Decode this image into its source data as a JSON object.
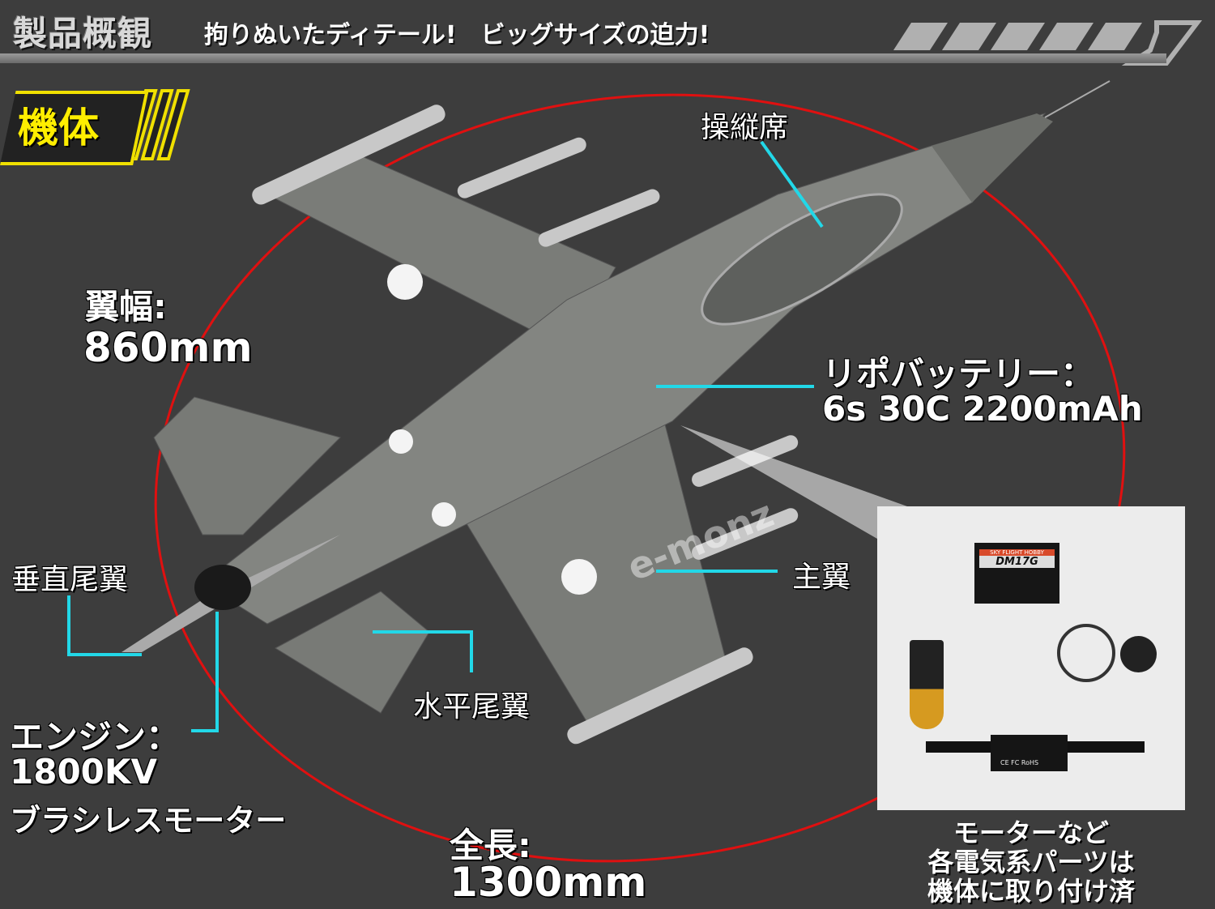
{
  "header": {
    "title": "製品概観",
    "subtitle": "拘りぬいたディテール!　ビッグサイズの迫力!"
  },
  "section_badge": "機体",
  "labels": {
    "cockpit": "操縦席",
    "wingspan_label": "翼幅:",
    "wingspan_value": "860mm",
    "battery_label": "リポバッテリー：",
    "battery_value": "6s 30C 2200mAh",
    "main_wing": "主翼",
    "vertical_tail": "垂直尾翼",
    "horizontal_tail": "水平尾翼",
    "engine_label": "エンジン：",
    "engine_kv": "1800KV",
    "engine_type": "ブラシレスモーター",
    "length_label": "全長:",
    "length_value": "1300mm"
  },
  "inset": {
    "servo_brand": "SKY FLIGHT HOBBY",
    "servo_model": "DM17G",
    "esc_marks": "CE FC RoHS",
    "caption_lines": [
      "モーターなど",
      "各電気系パーツは",
      "機体に取り付け済"
    ]
  },
  "watermark": "e-monz",
  "colors": {
    "background": "#3d3d3d",
    "badge_accent": "#ffee00",
    "leader_lines": "#22d8e8",
    "dimension_circle": "#e01010",
    "aircraft": "#7b7d79"
  }
}
